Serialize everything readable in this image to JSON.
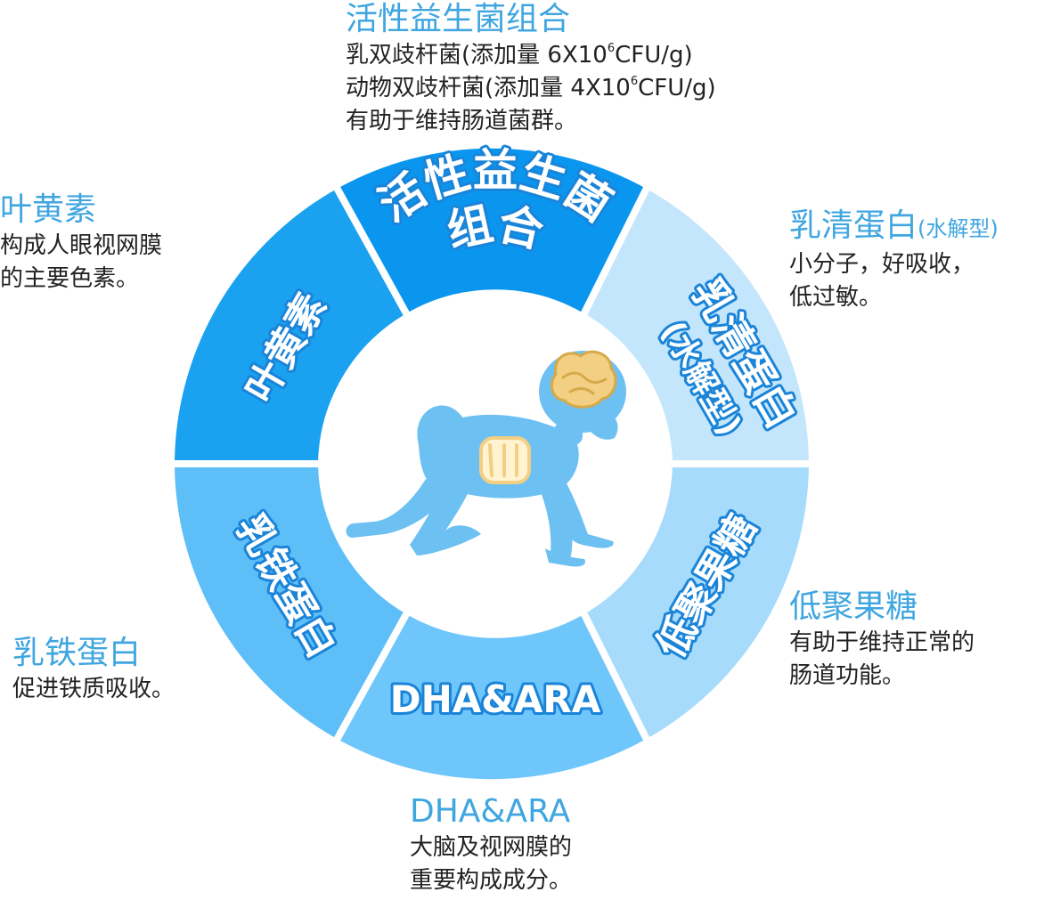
{
  "segments": {
    "top": [
      "活性益生菌",
      "组合"
    ],
    "top_right": [
      "乳清蛋白",
      "(水解型)"
    ],
    "bottom_right": "低聚果糖",
    "bottom": "DHA&ARA",
    "bottom_left": "乳铁蛋白",
    "top_left": "叶黄素"
  },
  "callouts": {
    "probiotics": {
      "title": "活性益生菌组合",
      "lines": [
        {
          "pre": "乳双歧杆菌(添加量 6X10",
          "sup": "6",
          "post": "CFU/g)"
        },
        {
          "pre": "动物双歧杆菌(添加量 4X10",
          "sup": "6",
          "post": "CFU/g)"
        },
        {
          "pre": "有助于维持肠道菌群。",
          "sup": "",
          "post": ""
        }
      ]
    },
    "lutein": {
      "title": "叶黄素",
      "lines": [
        "构成人眼视网膜",
        "的主要色素。"
      ]
    },
    "whey": {
      "title": "乳清蛋白",
      "title_sub": "(水解型)",
      "lines": [
        "小分子，好吸收，",
        "低过敏。"
      ]
    },
    "fos": {
      "title": "低聚果糖",
      "lines": [
        "有助于维持正常的",
        "肠道功能。"
      ]
    },
    "lactoferrin": {
      "title": "乳铁蛋白",
      "lines": [
        "促进铁质吸收。"
      ]
    },
    "dha": {
      "title": "DHA&ARA",
      "lines": [
        "大脑及视网膜的",
        "重要构成成分。"
      ]
    }
  },
  "colors": {
    "seg_top": "#0a96ee",
    "seg_top_left": "#1aa2f0",
    "seg_bottom_left": "#5ebef8",
    "seg_bottom": "#6ec6fa",
    "seg_bottom_right": "#a6dbfb",
    "seg_top_right": "#c4e6fc",
    "label_outline": "#1a84d8",
    "callout_title": "#3fa6e0",
    "baby": "#6cc0f2",
    "brain": "#f2cf82"
  },
  "icons": {
    "center": "crawling-baby-icon",
    "brain": "brain-icon",
    "gut": "intestine-icon"
  }
}
